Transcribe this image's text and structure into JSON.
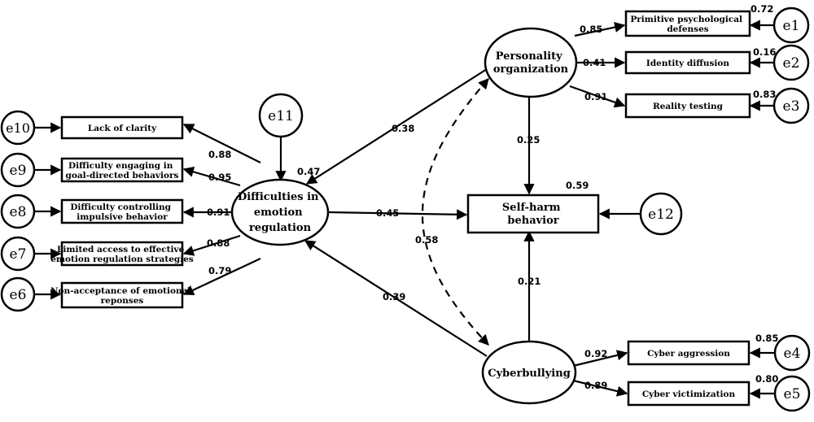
{
  "latent": {
    "der": [
      "Difficulties in",
      "emotion",
      "regulation"
    ],
    "po": [
      "Personality",
      "organization"
    ],
    "cb": [
      "Cyberbullying"
    ],
    "sh": [
      "Self-harm",
      "behavior"
    ]
  },
  "indicators": {
    "lack_of_clarity": [
      "Lack of clarity"
    ],
    "goal_directed": [
      "Difficulty engaging in",
      "goal-directed behaviors"
    ],
    "impulsive": [
      "Difficulty controlling",
      "impulsive behavior"
    ],
    "limited_access": [
      "Limited access to effective",
      "emotion regulation strategies"
    ],
    "non_acceptance": [
      "Non-acceptance of emotional",
      "reponses"
    ],
    "primitive": [
      "Primitive psychological",
      "defenses"
    ],
    "identity": [
      "Identity diffusion"
    ],
    "reality": [
      "Reality testing"
    ],
    "cyber_aggression": [
      "Cyber aggression"
    ],
    "cyber_victimization": [
      "Cyber victimization"
    ]
  },
  "errors": {
    "e1": "e1",
    "e2": "e2",
    "e3": "e3",
    "e4": "e4",
    "e5": "e5",
    "e6": "e6",
    "e7": "e7",
    "e8": "e8",
    "e9": "e9",
    "e10": "e10",
    "e11": "e11",
    "e12": "e12"
  },
  "coefficients": {
    "po_primitive": "0.85",
    "po_identity": "0.41",
    "po_reality": "0.91",
    "r2_primitive": "0.72",
    "r2_identity": "0.16",
    "r2_reality": "0.83",
    "der_lack": "0.88",
    "der_goal": "0.95",
    "der_impulsive": "0.91",
    "der_access": "0.88",
    "der_nonaccept": "0.79",
    "r2_der": "0.47",
    "po_der": "0.38",
    "der_sh": "0.45",
    "po_sh": "0.25",
    "r2_sh": "0.59",
    "po_cb_cov": "0.58",
    "cb_der": "0.39",
    "cb_sh": "0.21",
    "cb_aggression": "0.92",
    "cb_victimization": "0.89",
    "r2_aggression": "0.85",
    "r2_victimization": "0.80"
  }
}
